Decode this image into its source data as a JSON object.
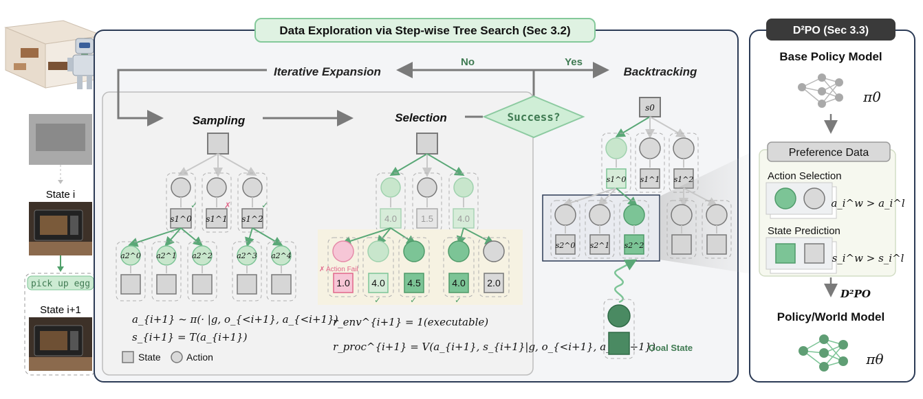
{
  "main_panel": {
    "title": "Data Exploration via Step-wise Tree Search (Sec 3.2)",
    "iterative_expansion": "Iterative Expansion",
    "backtracking": "Backtracking",
    "no": "No",
    "yes": "Yes",
    "success": "Success?",
    "sampling": {
      "title": "Sampling",
      "states": [
        "s1^0",
        "s1^1",
        "s1^2"
      ],
      "actions": [
        "a2^0",
        "a2^1",
        "a2^2",
        "a2^3",
        "a2^4"
      ],
      "formula_1": "a_{i+1} ~ π(· |g, o_{<i+1}, a_{<i+1})",
      "formula_2": "s_{i+1} = T(a_{i+1})",
      "legend_state": "State",
      "legend_action": "Action"
    },
    "selection": {
      "title": "Selection",
      "level1_scores": [
        "4.0",
        "1.5",
        "4.0"
      ],
      "level2_scores": [
        "1.0",
        "4.0",
        "4.5",
        "4.0",
        "2.0"
      ],
      "action_fail": "Action Fail",
      "formula_env": "r_env^{i+1} = 1(executable)",
      "formula_proc": "r_proc^{i+1} = V(a_{i+1}, s_{i+1}|g, o_{<i+1}, a_{<i+1})"
    },
    "backtracking_tree": {
      "root": "s0",
      "level1": [
        "s1^0",
        "s1^1",
        "s1^2"
      ],
      "level2": [
        "s2^0",
        "s2^1",
        "s2^2"
      ],
      "goal_state": "Goal State"
    }
  },
  "left_strip": {
    "state_i": "State i",
    "pick_up_egg": "pick up egg",
    "state_i1": "State i+1"
  },
  "right_panel": {
    "title": "D²PO (Sec 3.3)",
    "base_policy": "Base Policy Model",
    "pi0": "π0",
    "preference_data": "Preference Data",
    "action_selection": "Action Selection",
    "action_pref": "a_i^w > a_i^l",
    "state_prediction": "State Prediction",
    "state_pref": "s_i^w > s_i^l",
    "d2po": "D²PO",
    "policy_world": "Policy/World Model",
    "pi_theta": "πθ"
  },
  "colors": {
    "light_green": "#c8e6cc",
    "mid_green": "#7cc496",
    "dark_green": "#4a8a62",
    "gray_node": "#d9d9d9",
    "navy_border": "#2b3a55",
    "pink": "#f3b6c9"
  }
}
